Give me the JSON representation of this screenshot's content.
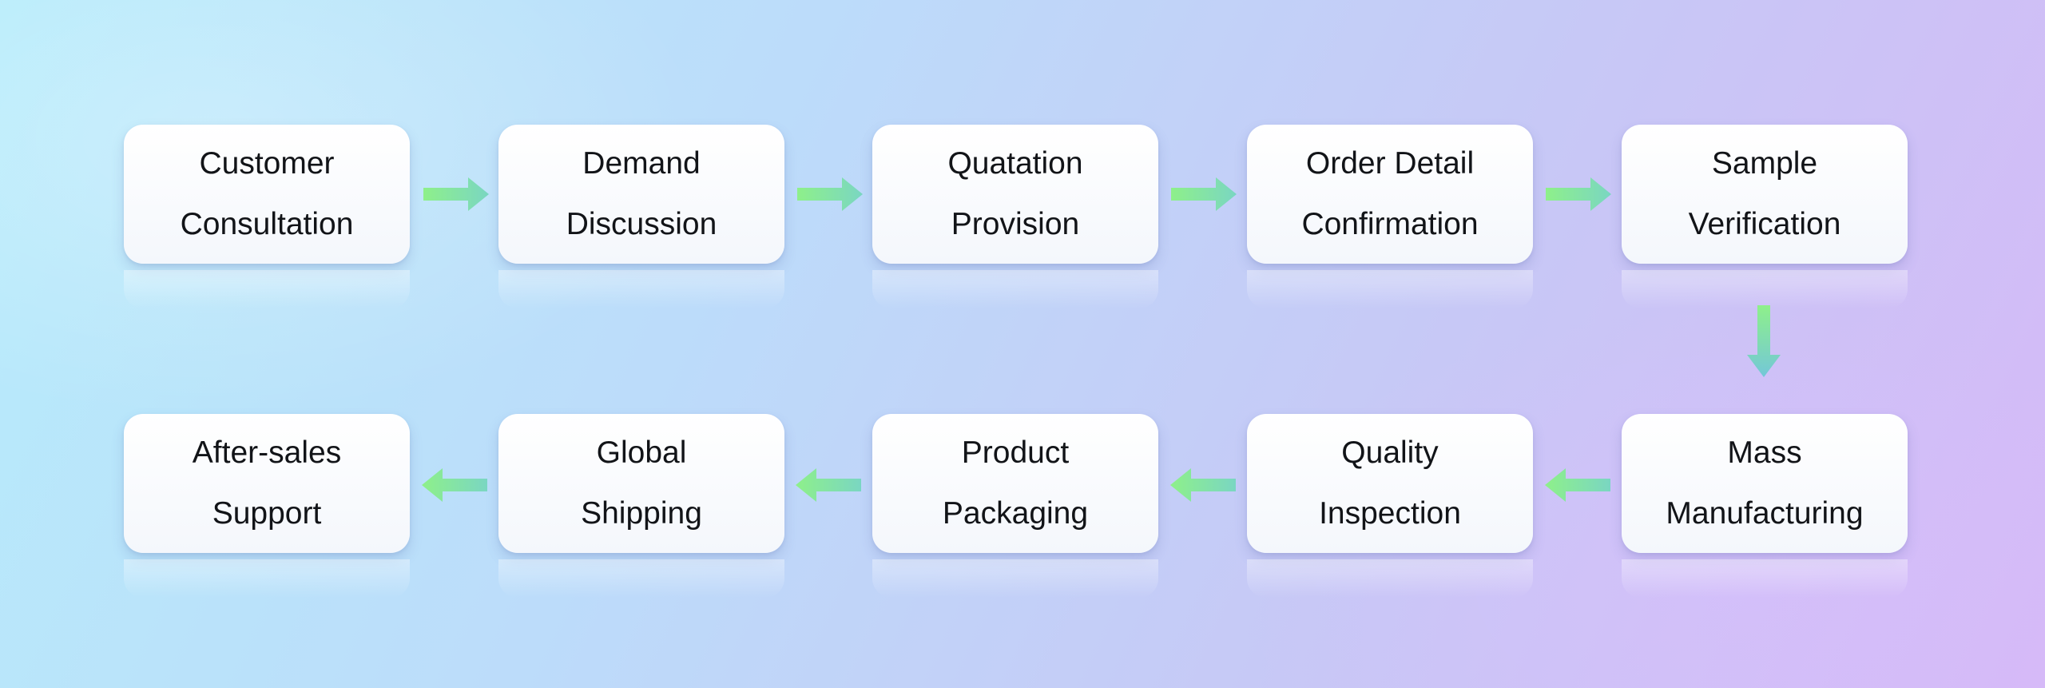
{
  "steps": [
    {
      "line1": "Customer",
      "line2": "Consultation"
    },
    {
      "line1": "Demand",
      "line2": "Discussion"
    },
    {
      "line1": "Quatation",
      "line2": "Provision"
    },
    {
      "line1": "Order Detail",
      "line2": "Confirmation"
    },
    {
      "line1": "Sample",
      "line2": "Verification"
    },
    {
      "line1": "Mass",
      "line2": "Manufacturing"
    },
    {
      "line1": "Quality",
      "line2": "Inspection"
    },
    {
      "line1": "Product",
      "line2": "Packaging"
    },
    {
      "line1": "Global",
      "line2": "Shipping"
    },
    {
      "line1": "After-sales",
      "line2": "Support"
    }
  ],
  "colors": {
    "arrow_green": "#8ef08a",
    "arrow_teal": "#7ad6c2",
    "box": "#ffffff",
    "text": "#121418"
  }
}
